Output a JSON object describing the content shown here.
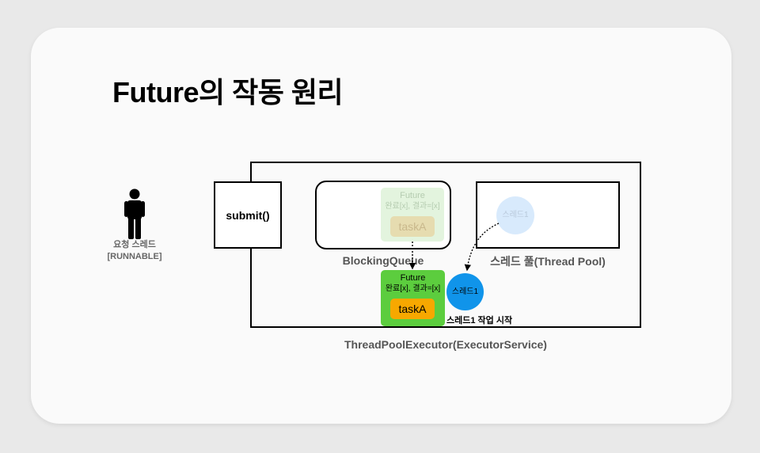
{
  "title": "Future의 작동 원리",
  "person": {
    "label_line1": "요청 스레드",
    "label_line2": "[RUNNABLE]"
  },
  "submit": {
    "label": "submit()"
  },
  "queue": {
    "caption": "BlockingQueue",
    "future": {
      "title": "Future",
      "status": "완료[x], 결과=[x]",
      "task": "taskA"
    }
  },
  "pool": {
    "caption": "스레드 풀(Thread Pool)",
    "thread_label": "스레드1"
  },
  "executor": {
    "caption": "ThreadPoolExecutor(ExecutorService)",
    "future": {
      "title": "Future",
      "status": "완료[x], 결과=[x]",
      "task": "taskA"
    },
    "thread_label": "스레드1",
    "thread_caption": "스레드1 작업 시작"
  },
  "colors": {
    "future_active": "#5ccd3e",
    "task_active": "#f7a800",
    "thread_active": "#1094ea",
    "future_ghost": "#e3f4de",
    "thread_ghost": "#d8eafc"
  }
}
